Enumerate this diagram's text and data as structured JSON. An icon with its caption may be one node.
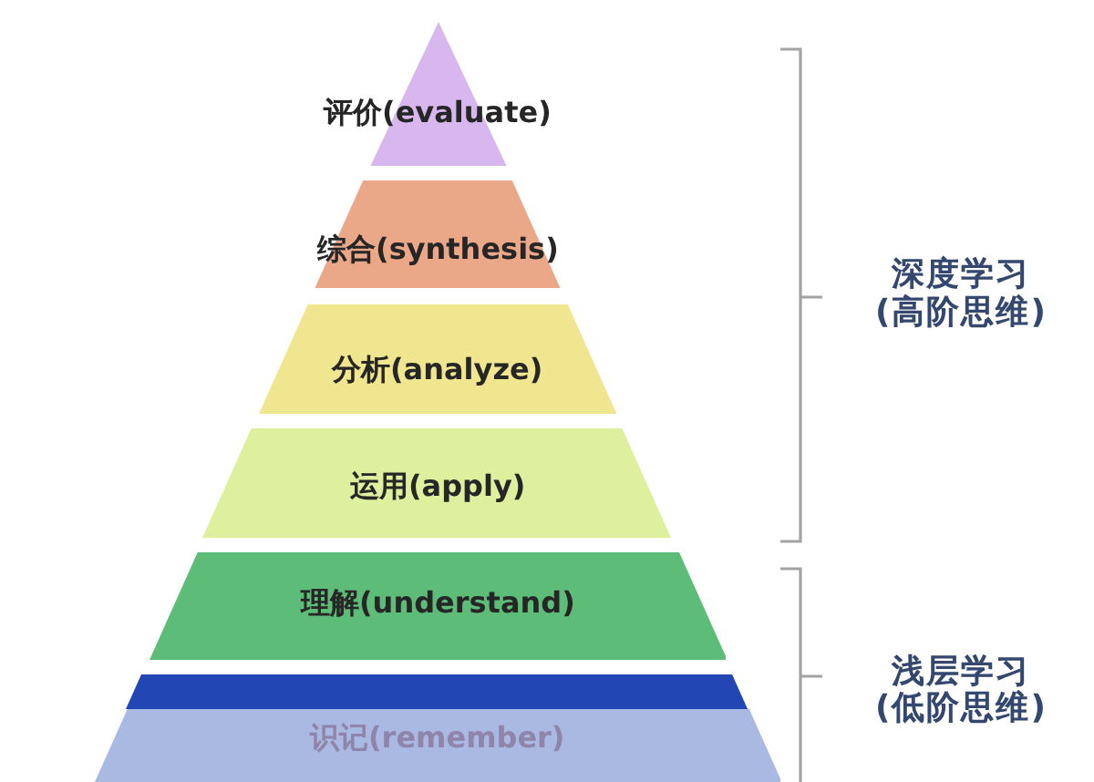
{
  "diagram": {
    "nodes": [
      {
        "text": [
          "评价(evaluate)"
        ]
      },
      {
        "text": [
          "综合(synthesis)"
        ]
      },
      {
        "text": [
          "分析(analyze)"
        ]
      },
      {
        "text": [
          "运用(apply)"
        ]
      },
      {
        "text": [
          "理解(understand)"
        ]
      },
      {
        "text": [],
        "shape": "bar"
      },
      {
        "text": [
          "识记(remember)"
        ]
      }
    ],
    "labels": [
      "深度学习",
      "(高阶思维)",
      "浅层学习",
      "(低阶思维)"
    ]
  }
}
